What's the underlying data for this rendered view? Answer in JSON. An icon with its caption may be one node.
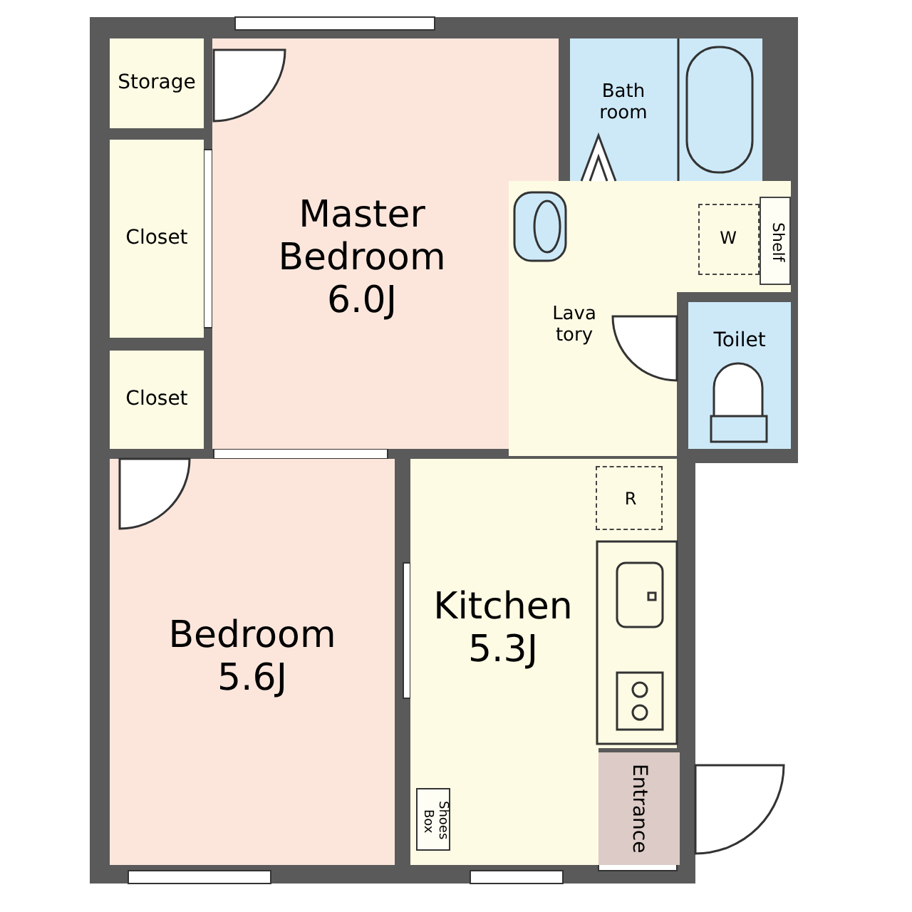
{
  "diagram": {
    "nodes": [
      {
        "text": [
          "Storage"
        ]
      },
      {
        "text": [
          "Closet"
        ]
      },
      {
        "text": [
          "Closet"
        ]
      },
      {
        "text": [
          "Master Bedroom",
          "6.0J"
        ]
      },
      {
        "text": [
          "Bath room"
        ]
      },
      {
        "text": [
          "Lava tory"
        ]
      },
      {
        "text": [
          "W"
        ],
        "in": 5
      },
      {
        "text": [
          "Shelf"
        ],
        "in": 5
      },
      {
        "text": [
          "Toilet"
        ]
      },
      {
        "text": [
          "Bedroom",
          "5.6J"
        ]
      },
      {
        "text": [
          "Kitchen",
          "5.3J"
        ]
      },
      {
        "text": [
          "R"
        ],
        "in": 10
      },
      {
        "text": [
          "Shoes Box"
        ],
        "in": 10
      },
      {
        "text": [
          "Entrance"
        ]
      }
    ]
  }
}
